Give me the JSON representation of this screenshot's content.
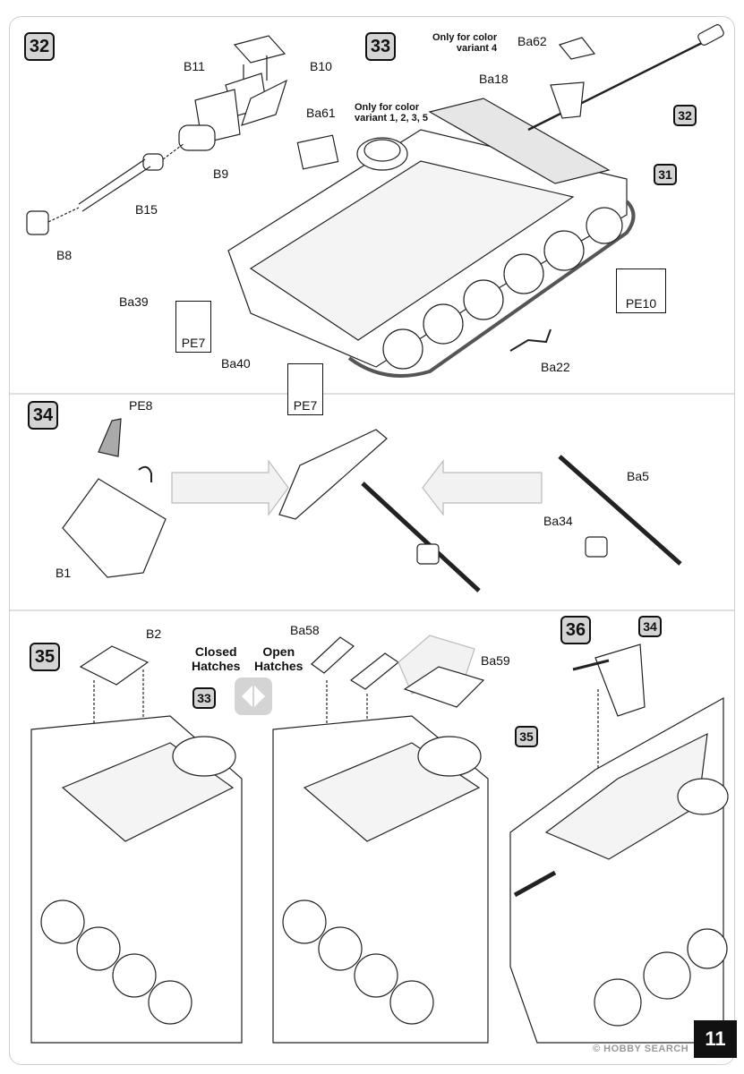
{
  "steps": {
    "s32": "32",
    "s33": "33",
    "s34": "34",
    "s35": "35",
    "s36": "36"
  },
  "refs": {
    "r32": "32",
    "r31": "31",
    "r33": "33",
    "r34": "34",
    "r35": "35"
  },
  "step32": {
    "b11": "B11",
    "b10": "B10",
    "b9": "B9",
    "b15": "B15",
    "b8": "B8"
  },
  "step33": {
    "ba61": "Ba61",
    "ba61_note_1": "Only for color",
    "ba61_note_2": "variant 1, 2, 3, 5",
    "ba62": "Ba62",
    "ba62_note_1": "Only for color",
    "ba62_note_2": "variant 4",
    "ba18": "Ba18",
    "ba39": "Ba39",
    "ba40": "Ba40",
    "ba22": "Ba22",
    "pe7a": "PE7",
    "pe7b": "PE7",
    "pe10": "PE10"
  },
  "step34": {
    "pe8": "PE8",
    "b1": "B1",
    "ba5": "Ba5",
    "ba34": "Ba34"
  },
  "step35": {
    "b2": "B2",
    "ba58": "Ba58",
    "ba59": "Ba59",
    "closed": "Closed\nHatches",
    "open": "Open\nHatches",
    "closed_1": "Closed",
    "closed_2": "Hatches",
    "open_1": "Open",
    "open_2": "Hatches"
  },
  "page_number": "11",
  "watermark": "© HOBBY SEARCH"
}
